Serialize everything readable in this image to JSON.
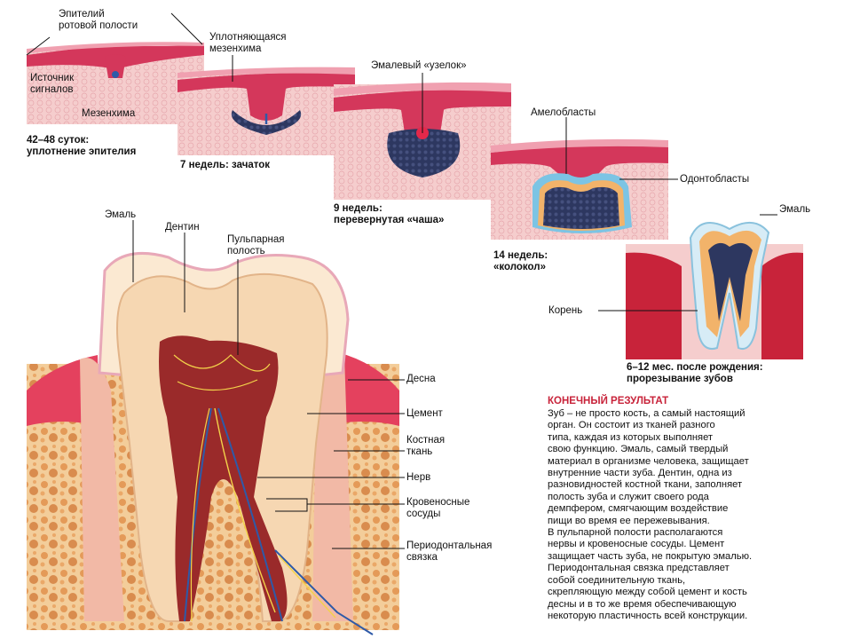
{
  "stages": [
    {
      "labels": [
        "Эпителий\nротовой полости",
        "Источник\nсигналов",
        "Мезенхима"
      ],
      "caption": "42–48 суток:\nуплотнение эпителия"
    },
    {
      "labels": [
        "Уплотняющаяся\nмезенхима"
      ],
      "caption": "7 недель: зачаток"
    },
    {
      "labels": [
        "Эмалевый «узелок»"
      ],
      "caption": "9 недель:\nперевернутая «чаша»"
    },
    {
      "labels": [
        "Амелобласты",
        "Одонтобласты"
      ],
      "caption": "14 недель:\n«колокол»"
    },
    {
      "labels": [
        "Эмаль",
        "Корень"
      ],
      "caption": "6–12 мес. после рождения:\nпрорезывание зубов"
    }
  ],
  "main_tooth": {
    "labels": {
      "enamel": "Эмаль",
      "dentin": "Дентин",
      "pulp": "Пульпарная\nполость",
      "gum": "Десна",
      "cement": "Цемент",
      "bone": "Костная\nткань",
      "nerve": "Нерв",
      "vessels": "Кровеносные\nсосуды",
      "ligament": "Периодонтальная\nсвязка"
    }
  },
  "final": {
    "title": "КОНЕЧНЫЙ РЕЗУЛЬТАТ",
    "text": "Зуб – не просто кость, а самый настоящий\nорган. Он состоит из тканей разного\nтипа, каждая из которых выполняет\nсвою функцию. Эмаль, самый твердый\nматериал в организме человека, защищает\nвнутренние части зуба. Дентин, одна из\nразновидностей костной ткани, заполняет\nполость зуба и служит своего рода\nдемпфером, смягчающим воздействие\nпищи во время ее пережевывания.\nВ пульпарной полости располагаются\nнервы и кровеносные сосуды. Цемент\nзащищает часть зуба, не покрытую эмалью.\nПериодонтальная связка представляет\nсобой соединительную ткань,\nскрепляющую между собой цемент и кость\nдесны и в то же время обеспечивающую\nнекоторую пластичность всей конструкции."
  },
  "colors": {
    "epithelium": "#d4375b",
    "tissue": "#f3c6c6",
    "cluster": "#2d3760",
    "bone": "#e2a15e",
    "gum": "#c8233a",
    "enamel": "#fbe9d2",
    "dentin": "#f6d7b2",
    "pulp": "#9a2a2a",
    "nerve": "#f3d24a",
    "vessel": "#2e5aa8",
    "title": "#c8233a"
  }
}
